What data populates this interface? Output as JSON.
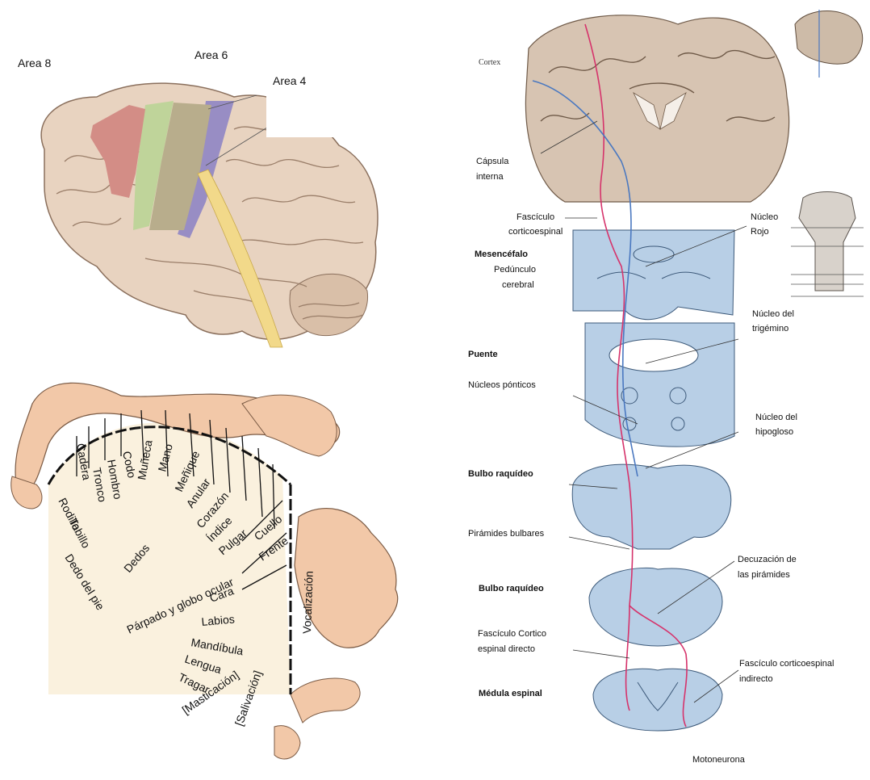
{
  "brain_areas": {
    "area8": "Area 8",
    "area6": "Area 6",
    "area4": "Area 4"
  },
  "homunculus": {
    "labels": [
      "Cadera",
      "Tronco",
      "Hombro",
      "Codo",
      "Muñeca",
      "Mano",
      "Meñique",
      "Anular",
      "Corazón",
      "Índice",
      "Pulgar",
      "Cuello",
      "Frente",
      "Párpado y globo ocular",
      "Cara",
      "Labios",
      "Mandíbula",
      "Lengua",
      "Tragar",
      "[Masticación]",
      "[Salivación]",
      "Vocalización",
      "Rodilla",
      "Tobillo",
      "Dedo del pie",
      "Dedos"
    ]
  },
  "pathway": {
    "cortex": "Cortex",
    "capsula_interna": [
      "Cápsula",
      "interna"
    ],
    "fasciculo_corticoespinal": [
      "Fascículo",
      "corticoespinal"
    ],
    "nucleo_rojo": [
      "Núcleo",
      "Rojo"
    ],
    "mesencefalo": "Mesencéfalo",
    "pedunculo_cerebral": [
      "Pedúnculo",
      "cerebral"
    ],
    "nucleo_trigemino": [
      "Núcleo del",
      "trigémino"
    ],
    "puente": "Puente",
    "nucleos_ponticos": "Núcleos pónticos",
    "nucleo_hipogloso": [
      "Núcleo del",
      "hipogloso"
    ],
    "bulbo1": "Bulbo raquídeo",
    "piramides_bulbares": "Pirámides bulbares",
    "decuzacion": [
      "Decuzación de",
      "las pirámides"
    ],
    "bulbo2": "Bulbo raquídeo",
    "fasciculo_directo": [
      "Fascículo Cortico",
      "espinal directo"
    ],
    "fasciculo_indirecto": [
      "Fascículo corticoespinal",
      "indirecto"
    ],
    "medula": "Médula espinal",
    "motoneurona": "Motoneurona"
  },
  "colors": {
    "area8": "#d38d86",
    "area6": "#bfd49a",
    "area4": "#b8ad8c",
    "area4_strip": "#8a80c4",
    "tract_yellow": "#f2d98a",
    "brain_tissue": "#e9d6c4",
    "section_blue": "#b8cfe6",
    "tract_red": "#d6336b",
    "tract_blue": "#4a78c0",
    "homunculus_skin": "#f2c8a8"
  }
}
